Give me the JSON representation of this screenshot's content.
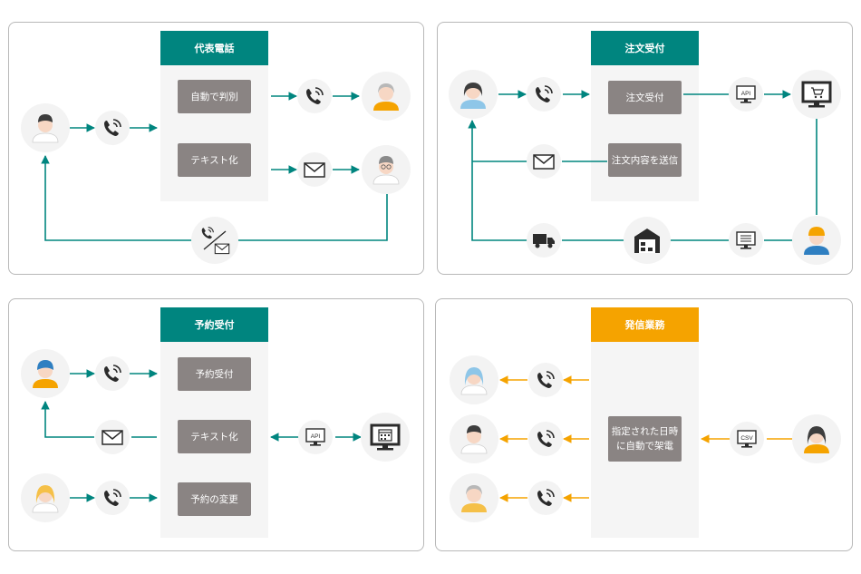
{
  "colors": {
    "teal": "#00857f",
    "orange": "#f5a300",
    "box_gray": "#8a8483",
    "panel_border": "#b8b8b8"
  },
  "panels": [
    {
      "header": "代表電話",
      "boxes": [
        "自動で判別",
        "テキスト化"
      ]
    },
    {
      "header": "注文受付",
      "boxes": [
        "注文受付",
        "注文内容を送信"
      ],
      "api_label": "API"
    },
    {
      "header": "予約受付",
      "boxes": [
        "予約受付",
        "テキスト化",
        "予約の変更"
      ],
      "api_label": "API"
    },
    {
      "header": "発信業務",
      "boxes": [
        "指定された日時\nに自動で架電"
      ],
      "csv_label": "CSV"
    }
  ],
  "icons": [
    "person-icon",
    "phone-icon",
    "mail-icon",
    "computer-icon",
    "cart-icon",
    "truck-icon",
    "warehouse-icon",
    "calendar-icon",
    "api-monitor-icon",
    "csv-monitor-icon",
    "phone-mail-icon"
  ]
}
